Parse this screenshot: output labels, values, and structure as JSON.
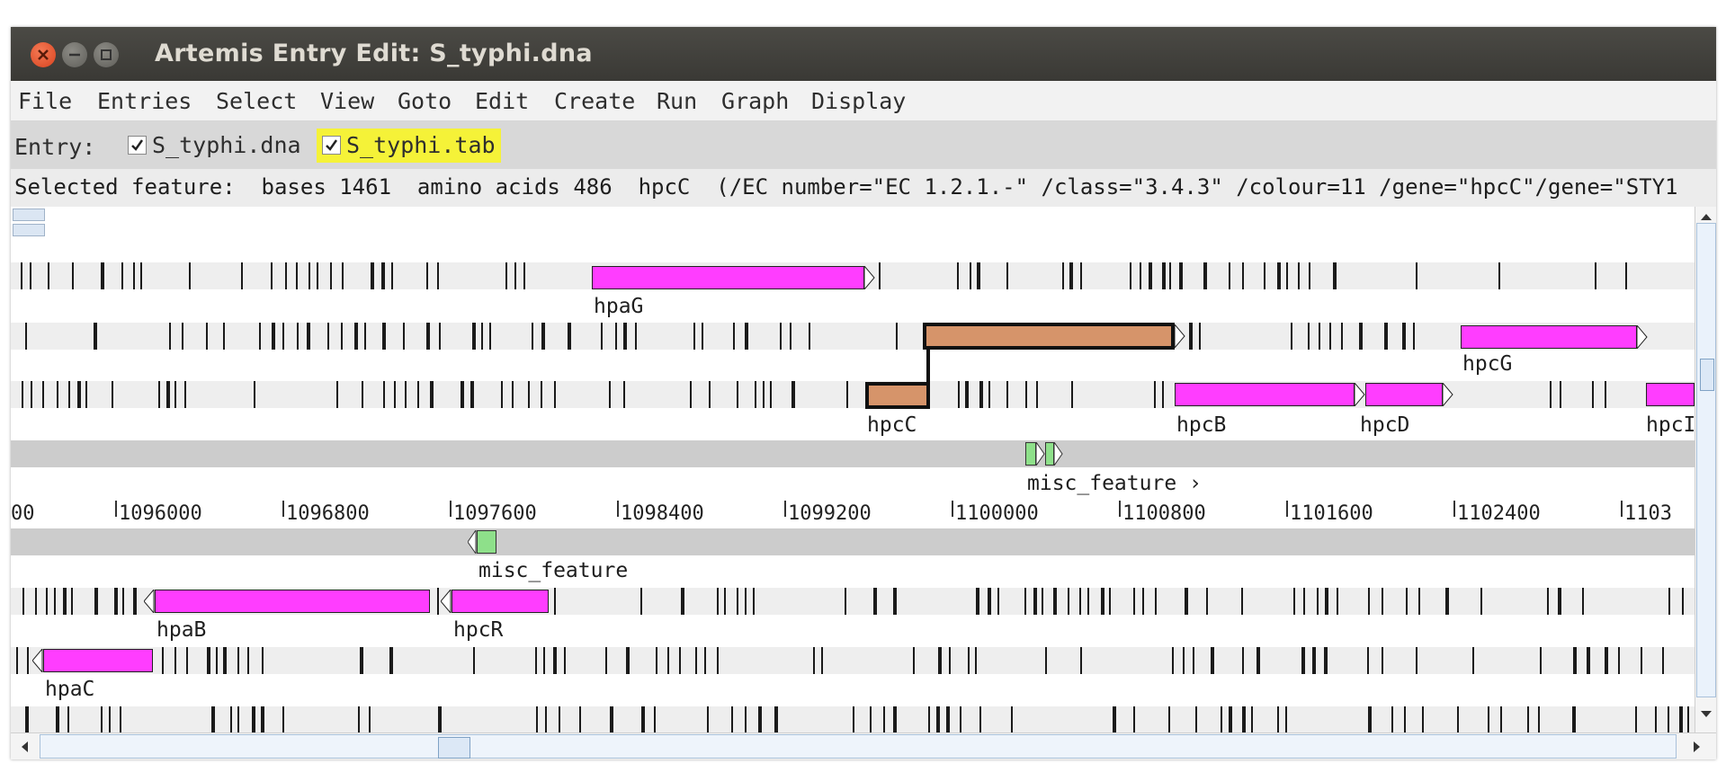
{
  "window": {
    "title": "Artemis Entry Edit: S_typhi.dna"
  },
  "menu": {
    "items": [
      "File",
      "Entries",
      "Select",
      "View",
      "Goto",
      "Edit",
      "Create",
      "Run",
      "Graph",
      "Display"
    ]
  },
  "entries": {
    "label": "Entry:",
    "items": [
      {
        "name": "S_typhi.dna",
        "checked": true,
        "highlight": false
      },
      {
        "name": "S_typhi.tab",
        "checked": true,
        "highlight": true
      }
    ]
  },
  "selection": {
    "text": "Selected feature:  bases 1461  amino acids 486  hpcC  (/EC number=\"EC 1.2.1.-\" /class=\"3.4.3\" /colour=11 /gene=\"hpcC\"/gene=\"STY1"
  },
  "colors": {
    "cds": "#ff3dff",
    "selected_cds": "#d6946a",
    "misc_feature": "#8ee08a",
    "stop_codon": "#1a1a1a",
    "entry_highlight": "#f5f238"
  },
  "scale": {
    "labels": [
      "00",
      "1096000",
      "1096800",
      "1097600",
      "1098400",
      "1099200",
      "1100000",
      "1100800",
      "1101600",
      "1102400",
      "1103"
    ]
  },
  "features": {
    "forward": [
      {
        "label": "hpaG"
      },
      {
        "label": ""
      },
      {
        "label": "hpcG"
      },
      {
        "label": "hpcC"
      },
      {
        "label": "hpcB"
      },
      {
        "label": "hpcD"
      },
      {
        "label": "hpcI"
      },
      {
        "label": "misc_feature ›"
      }
    ],
    "reverse": [
      {
        "label": "misc_feature"
      },
      {
        "label": "hpaB"
      },
      {
        "label": "hpcR"
      },
      {
        "label": "hpaC"
      }
    ]
  }
}
